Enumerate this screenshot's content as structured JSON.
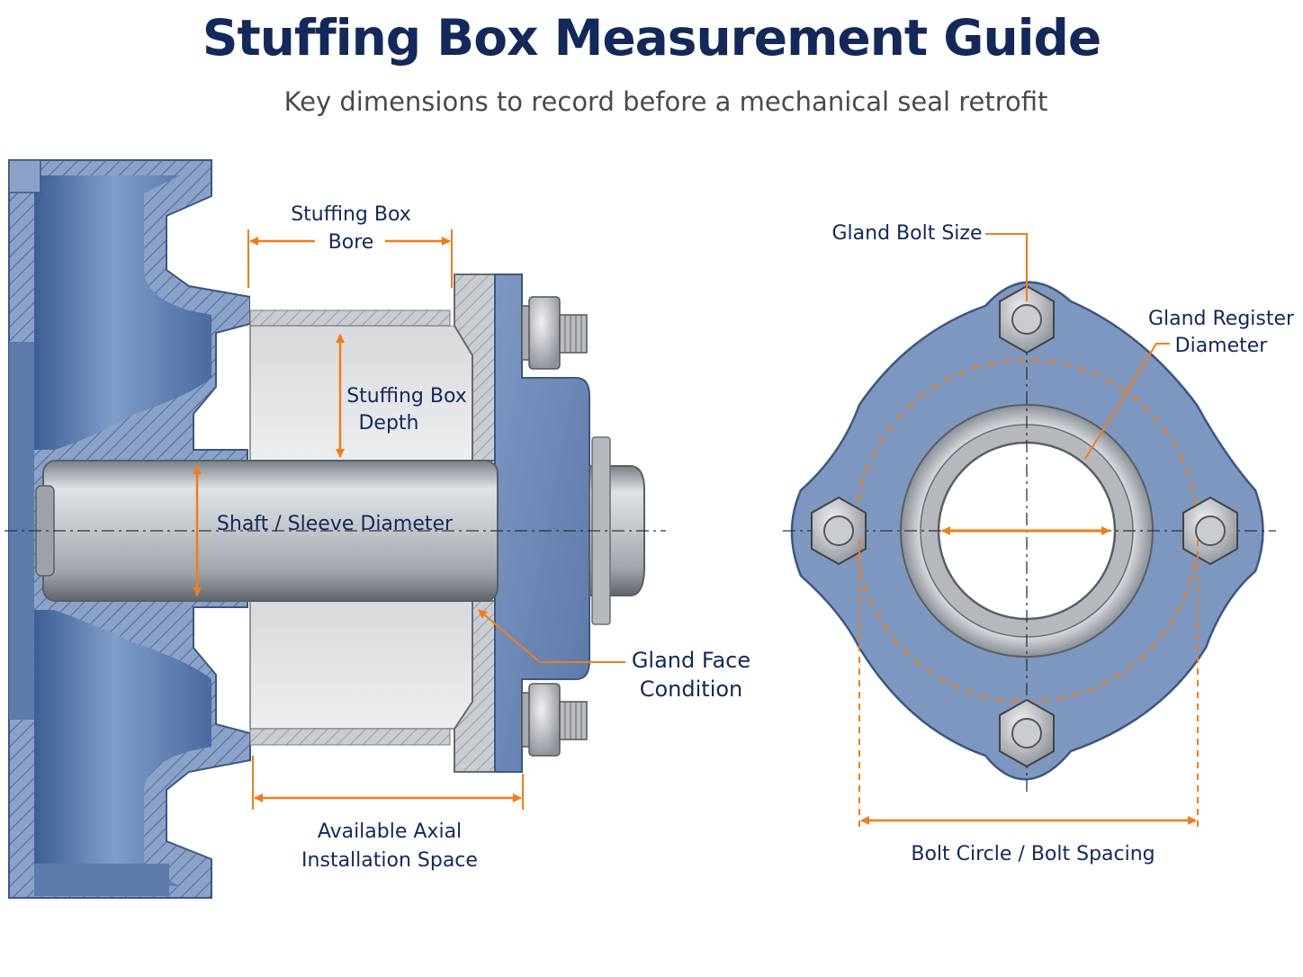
{
  "header": {
    "title": "Stuffing Box Measurement Guide",
    "subtitle": "Key dimensions to record before a mechanical seal retrofit"
  },
  "labels": {
    "bore_line1": "Stuffing Box",
    "bore_line2": "Bore",
    "depth_line1": "Stuffing Box",
    "depth_line2": "Depth",
    "shaft": "Shaft / Sleeve Diameter",
    "gland_face_line1": "Gland Face",
    "gland_face_line2": "Condition",
    "axial_line1": "Available Axial",
    "axial_line2": "Installation Space",
    "bolt_size": "Gland Bolt Size",
    "register_line1": "Gland Register",
    "register_line2": "Diameter",
    "bolt_circle": "Bolt Circle / Bolt Spacing"
  },
  "colors": {
    "title": "#14285a",
    "subtitle": "#4a4a4a",
    "label": "#14285a",
    "dimension_arrow": "#f07d1a",
    "casting_blue": "#6f8fbf",
    "steel": "#b8bcc2"
  }
}
